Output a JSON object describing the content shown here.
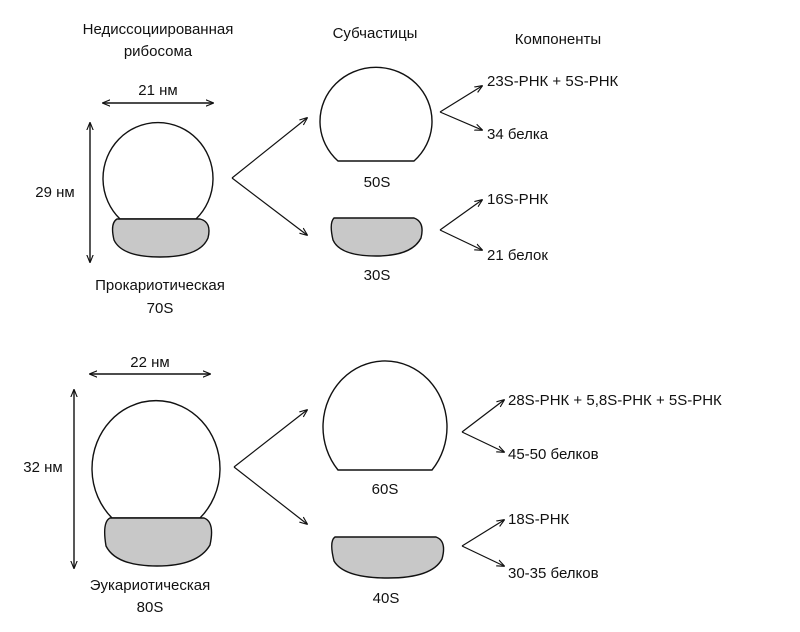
{
  "headers": {
    "undissociated_line1": "Недиссоциированная",
    "undissociated_line2": "рибосома",
    "subparticles": "Субчастицы",
    "components": "Компоненты"
  },
  "prokaryote": {
    "width_label": "21 нм",
    "height_label": "29 нм",
    "name": "Прокариотическая",
    "sedimentation": "70S",
    "large_subunit": {
      "label": "50S",
      "components": [
        "23S-РНК + 5S-РНК",
        "34 белка"
      ]
    },
    "small_subunit": {
      "label": "30S",
      "components": [
        "16S-РНК",
        "21 белок"
      ]
    }
  },
  "eukaryote": {
    "width_label": "22 нм",
    "height_label": "32 нм",
    "name": "Эукариотическая",
    "sedimentation": "80S",
    "large_subunit": {
      "label": "60S",
      "components": [
        "28S-РНК + 5,8S-РНК + 5S-РНК",
        "45-50 белков"
      ]
    },
    "small_subunit": {
      "label": "40S",
      "components": [
        "18S-РНК",
        "30-35 белков"
      ]
    }
  },
  "colors": {
    "stroke": "#111111",
    "small_subunit_fill": "#c8c8c8",
    "large_subunit_fill": "#ffffff",
    "background": "#ffffff"
  }
}
